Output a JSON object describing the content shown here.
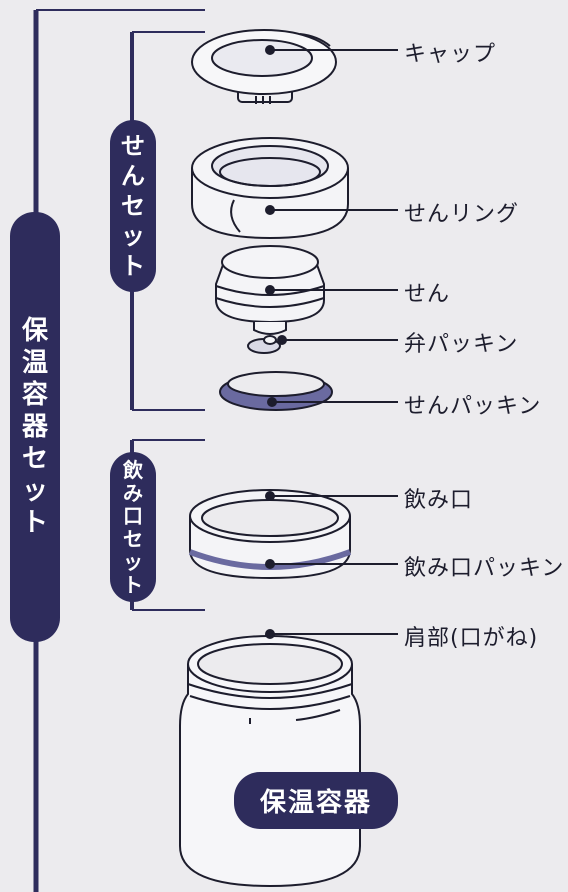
{
  "group_labels": {
    "outer": "保温容器セット",
    "sen_set": "せんセット",
    "nomikuchi_set": "飲み口セット"
  },
  "parts": [
    {
      "key": "cap",
      "label": "キャップ"
    },
    {
      "key": "sen_ring",
      "label": "せんリング"
    },
    {
      "key": "sen",
      "label": "せん"
    },
    {
      "key": "ben_packing",
      "label": "弁パッキン"
    },
    {
      "key": "sen_packing",
      "label": "せんパッキン"
    },
    {
      "key": "nomikuchi",
      "label": "飲み口"
    },
    {
      "key": "nomikuchi_packing",
      "label": "飲み口パッキン"
    },
    {
      "key": "katabu",
      "label": "肩部(口がね)"
    }
  ],
  "container_badge": "保温容器",
  "colors": {
    "navy": "#2e2c5c",
    "line": "#1d1d2d",
    "background": "#ecebee",
    "packing": "#6a6aa0"
  }
}
